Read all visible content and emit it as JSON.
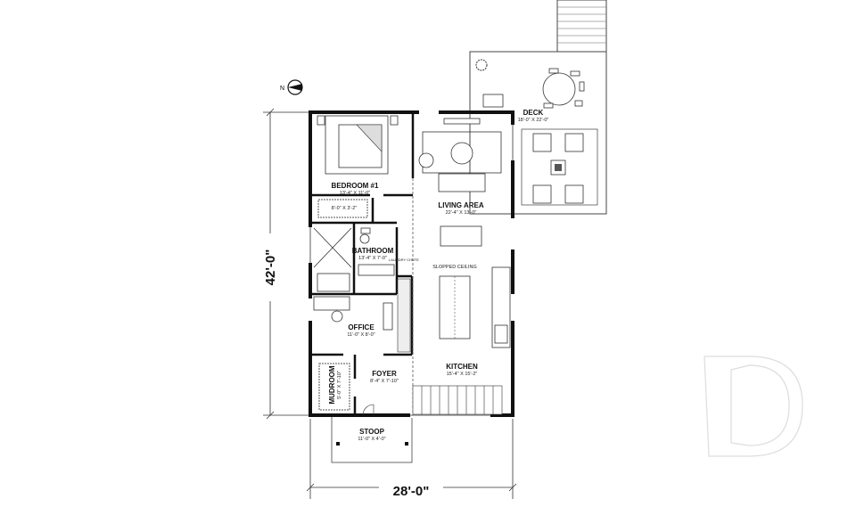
{
  "plan": {
    "overall_depth": "42'-0\"",
    "overall_width": "28'-0\"",
    "north_label": "N",
    "rooms": {
      "bedroom": {
        "name": "BEDROOM #1",
        "size": "13'-4\" X 11'-0\""
      },
      "closet": {
        "size": "8'-0\" X 3'-2\""
      },
      "living": {
        "name": "LIVING AREA",
        "size": "22'-4\" X 13'-0\""
      },
      "bathroom": {
        "name": "BATHROOM",
        "size": "13'-4\" X 7'-0\""
      },
      "laundry": {
        "name": "LAUNDRY CHUTE"
      },
      "sloped": {
        "name": "SLOPPED CEILING"
      },
      "office": {
        "name": "OFFICE",
        "size": "11'-0\" X 8'-0\""
      },
      "kitchen": {
        "name": "KITCHEN",
        "size": "15'-4\" X 15'-2\""
      },
      "foyer": {
        "name": "FOYER",
        "size": "8'-4\" X 7'-10\""
      },
      "mudroom": {
        "name": "MUDROOM",
        "size": "5'-0\" X 7'-10\""
      },
      "stoop": {
        "name": "STOOP",
        "size": "11'-0\" X 4'-0\""
      },
      "deck": {
        "name": "DECK",
        "size": "18'-0\" X 22'-0\""
      }
    }
  }
}
